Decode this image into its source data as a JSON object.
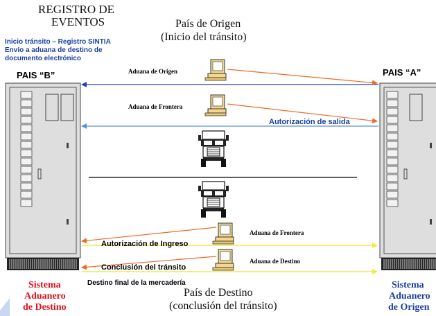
{
  "registro": {
    "line1": "REGISTRO DE",
    "line2": "EVENTOS"
  },
  "eventos_notes": [
    "Inicio tránsito – Registro SINTIA",
    "Envío a aduana de destino de",
    "documento electrónico"
  ],
  "origen_header": {
    "line1": "País de Origen",
    "line2": "(Inicio  del tránsito)"
  },
  "pais_b": "PAIS “B”",
  "pais_a": "PAIS “A”",
  "aduanas": {
    "origen": "Aduana de Origen",
    "frontera_top": "Aduana de Frontera",
    "frontera_bottom": "Aduana de Frontera",
    "destino": "Aduana de Destino"
  },
  "messages": {
    "autorizacion_salida": "Autorización de salida",
    "autorizacion_ingreso": "Autorización de Ingreso",
    "conclusion": "Conclusión del tránsito",
    "destino_final": "Destino final de la mercadería"
  },
  "sistema_destino": [
    "Sistema",
    "Aduanero",
    "de Destino"
  ],
  "sistema_origen": [
    "Sistema",
    "Aduanero",
    "de Origen"
  ],
  "destino_footer": {
    "line1": "País de Destino",
    "line2": "(conclusión del tránsito)"
  },
  "colors": {
    "blue_text": "#1a3fa0",
    "red_text": "#e0101a",
    "orange_arrow": "#ee6a28",
    "blue_arrow": "#2a3fc0",
    "lightblue_arrow": "#5a8fe0",
    "yellow_arrow": "#f2e84a",
    "server_fill": "#dedede",
    "computer_fill": "#f5d890"
  }
}
